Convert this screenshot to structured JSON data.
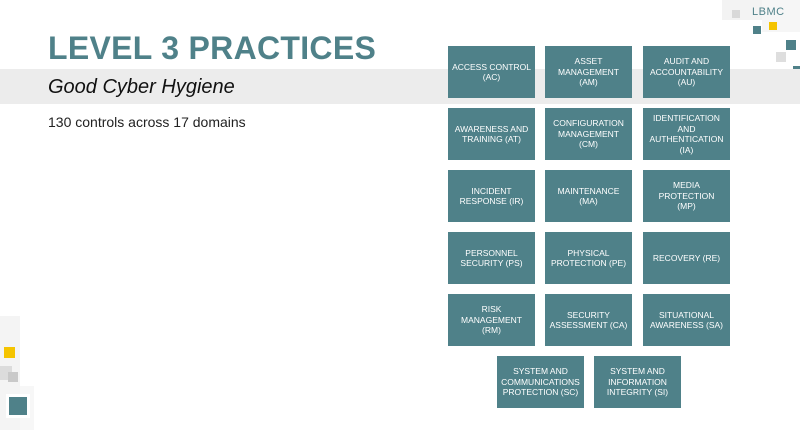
{
  "slide": {
    "title": "LEVEL 3 PRACTICES",
    "subtitle": "Good Cyber Hygiene",
    "summary": "130  controls across 17 domains"
  },
  "logo": {
    "text": "LBMC"
  },
  "colors": {
    "accent": "#4f8189",
    "band": "#ececec",
    "highlight": "#f5c400"
  },
  "domains": [
    "Access Control\n(AC)",
    "Asset\nManagement\n(AM)",
    "Audit and\nAccountability\n(AU)",
    "Awareness and\nTraining (AT)",
    "Configuration\nManagement\n(CM)",
    "Identification\nand\nAuthentication\n(IA)",
    "Incident\nResponse (IR)",
    "Maintenance\n(MA)",
    "Media Protection\n(MP)",
    "Personnel\nSecurity (PS)",
    "Physical\nProtection (PE)",
    "Recovery (RE)",
    "Risk Management\n(RM)",
    "Security\nAssessment (CA)",
    "Situational\nAwareness (SA)",
    "System and\nCommunications\nProtection (SC)",
    "System and\nInformation\nIntegrity (SI)"
  ]
}
